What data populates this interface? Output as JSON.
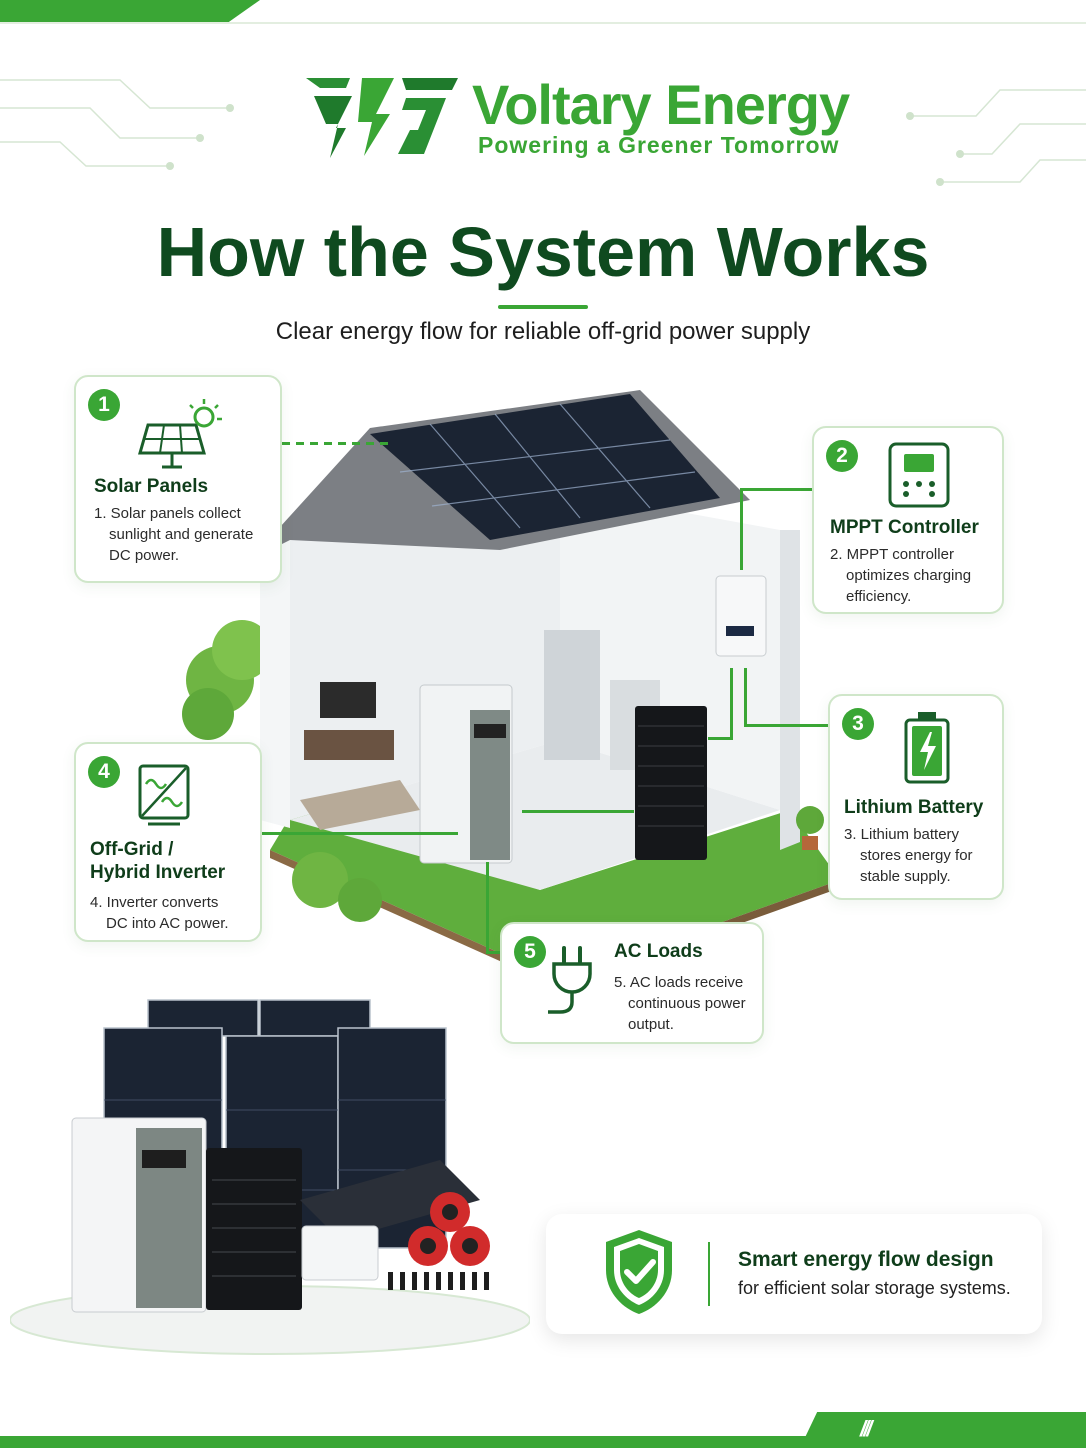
{
  "brand": {
    "name": "Voltary Energy",
    "tagline": "Powering a Greener Tomorrow"
  },
  "header": {
    "title": "How the System Works",
    "subtitle": "Clear energy flow for reliable off-grid power supply"
  },
  "steps": [
    {
      "number": "1",
      "title": "Solar Panels",
      "text": [
        "1. Solar panels collect",
        "sunlight and generate",
        "DC power."
      ],
      "icon": "solar-panel-icon"
    },
    {
      "number": "2",
      "title": "MPPT Controller",
      "text": [
        "2. MPPT controller",
        "optimizes charging",
        "efficiency."
      ],
      "icon": "controller-icon"
    },
    {
      "number": "3",
      "title": "Lithium Battery",
      "text": [
        "3. Lithium battery",
        "stores energy for",
        "stable supply."
      ],
      "icon": "battery-icon"
    },
    {
      "number": "4",
      "title": [
        "Off-Grid /",
        "Hybrid Inverter"
      ],
      "text": [
        "4. Inverter converts",
        "DC into AC power."
      ],
      "icon": "inverter-icon"
    },
    {
      "number": "5",
      "title": "AC Loads",
      "text": [
        "5. AC loads receive",
        "continuous power",
        "output."
      ],
      "icon": "plug-icon"
    }
  ],
  "footer_card": {
    "title": "Smart energy flow design",
    "text": "for efficient solar storage systems.",
    "icon": "shield-check-icon"
  },
  "colors": {
    "accent": "#3aa635",
    "dark_green": "#0f4a1f",
    "card_border": "#cfe6c9"
  }
}
